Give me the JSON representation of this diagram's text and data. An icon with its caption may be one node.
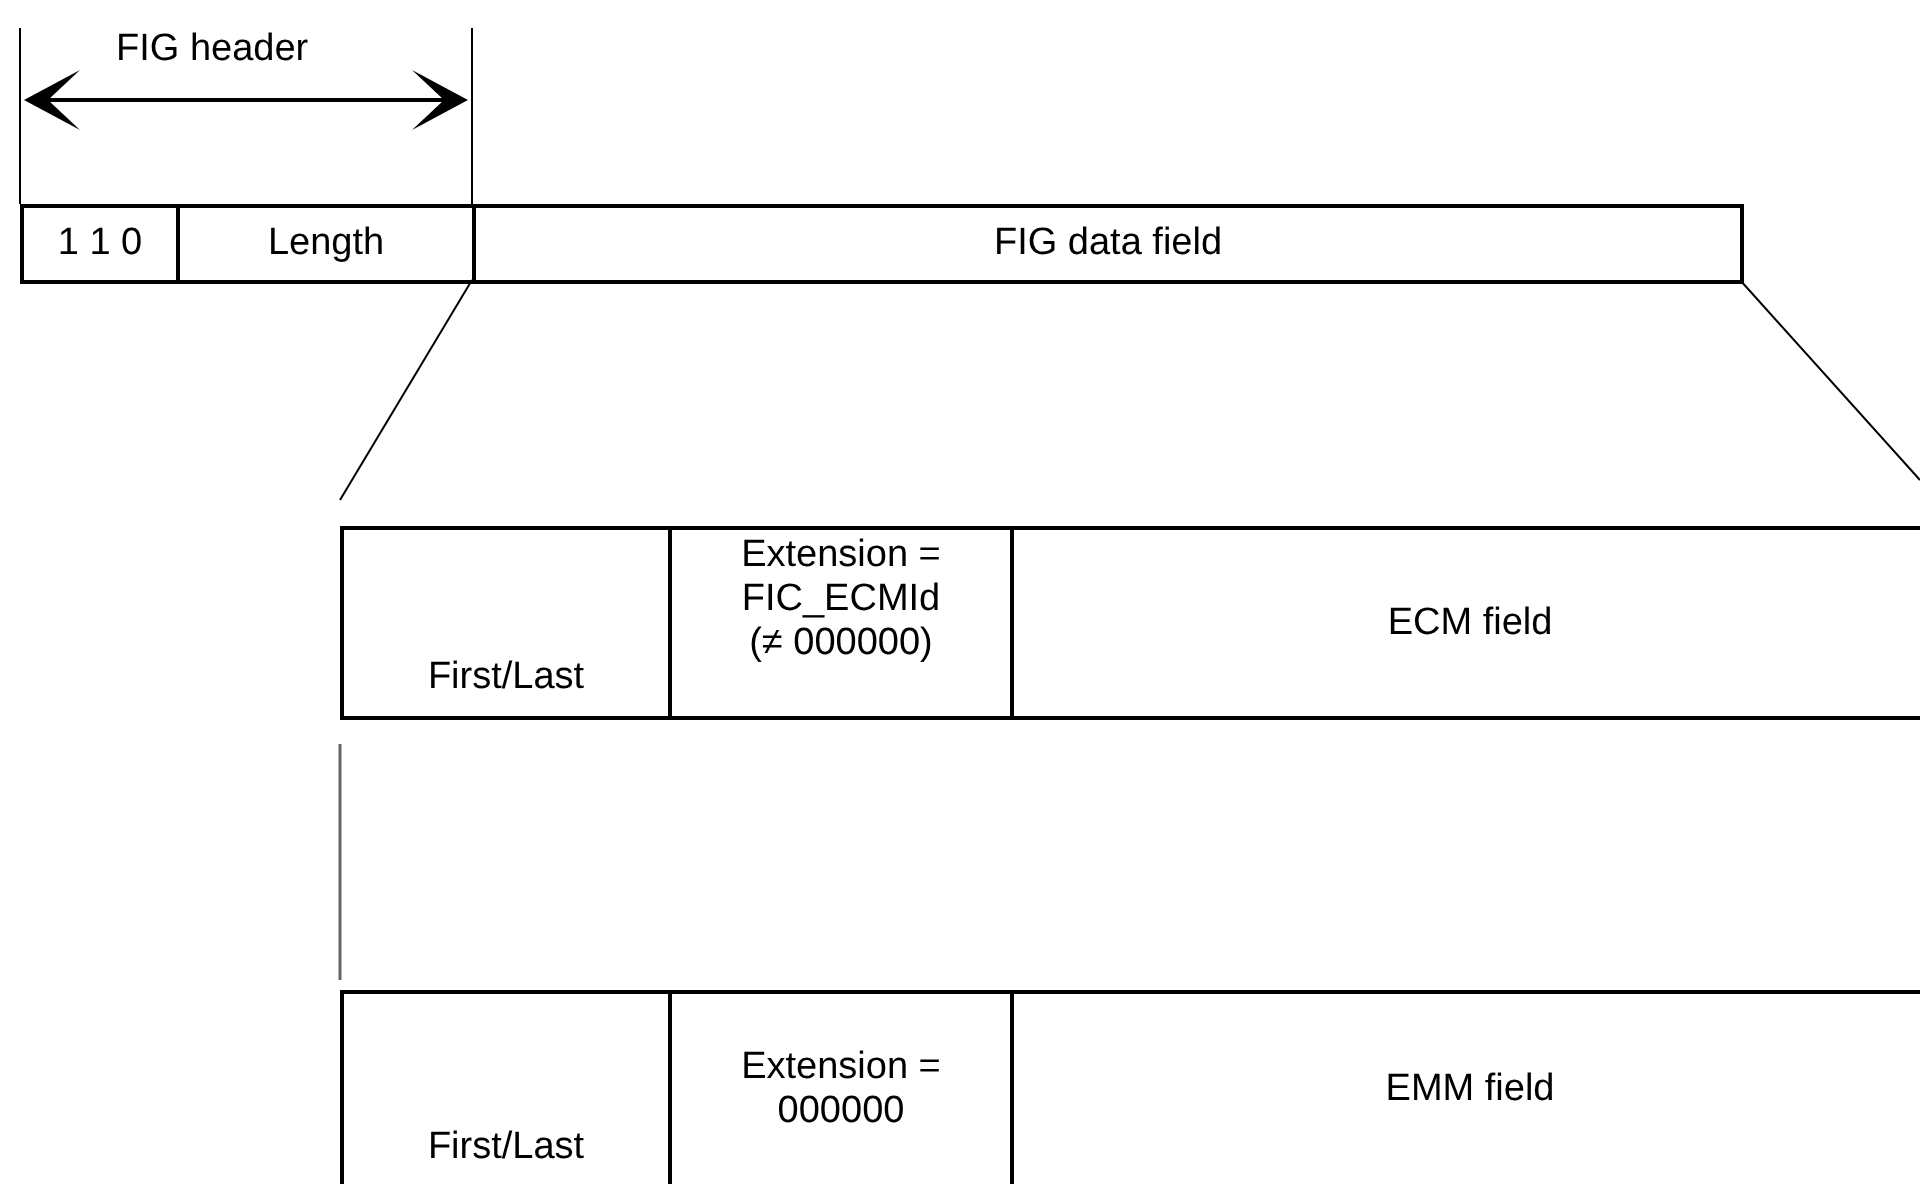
{
  "diagram": {
    "nodes": [
      {
        "text": [
          "1 1 0"
        ]
      },
      {
        "text": [
          "Length"
        ]
      },
      {
        "text": [
          "FIG data field"
        ]
      },
      {
        "text": [
          "First/Last"
        ]
      },
      {
        "text": [
          "Extension = FIC_ECMId (≠ 000000)"
        ]
      },
      {
        "text": [
          "ECM field"
        ]
      },
      {
        "text": [
          "First/Last"
        ]
      },
      {
        "text": [
          "Extension = 000000"
        ]
      },
      {
        "text": [
          "EMM field"
        ]
      }
    ],
    "labels": [
      "FIG header"
    ]
  }
}
